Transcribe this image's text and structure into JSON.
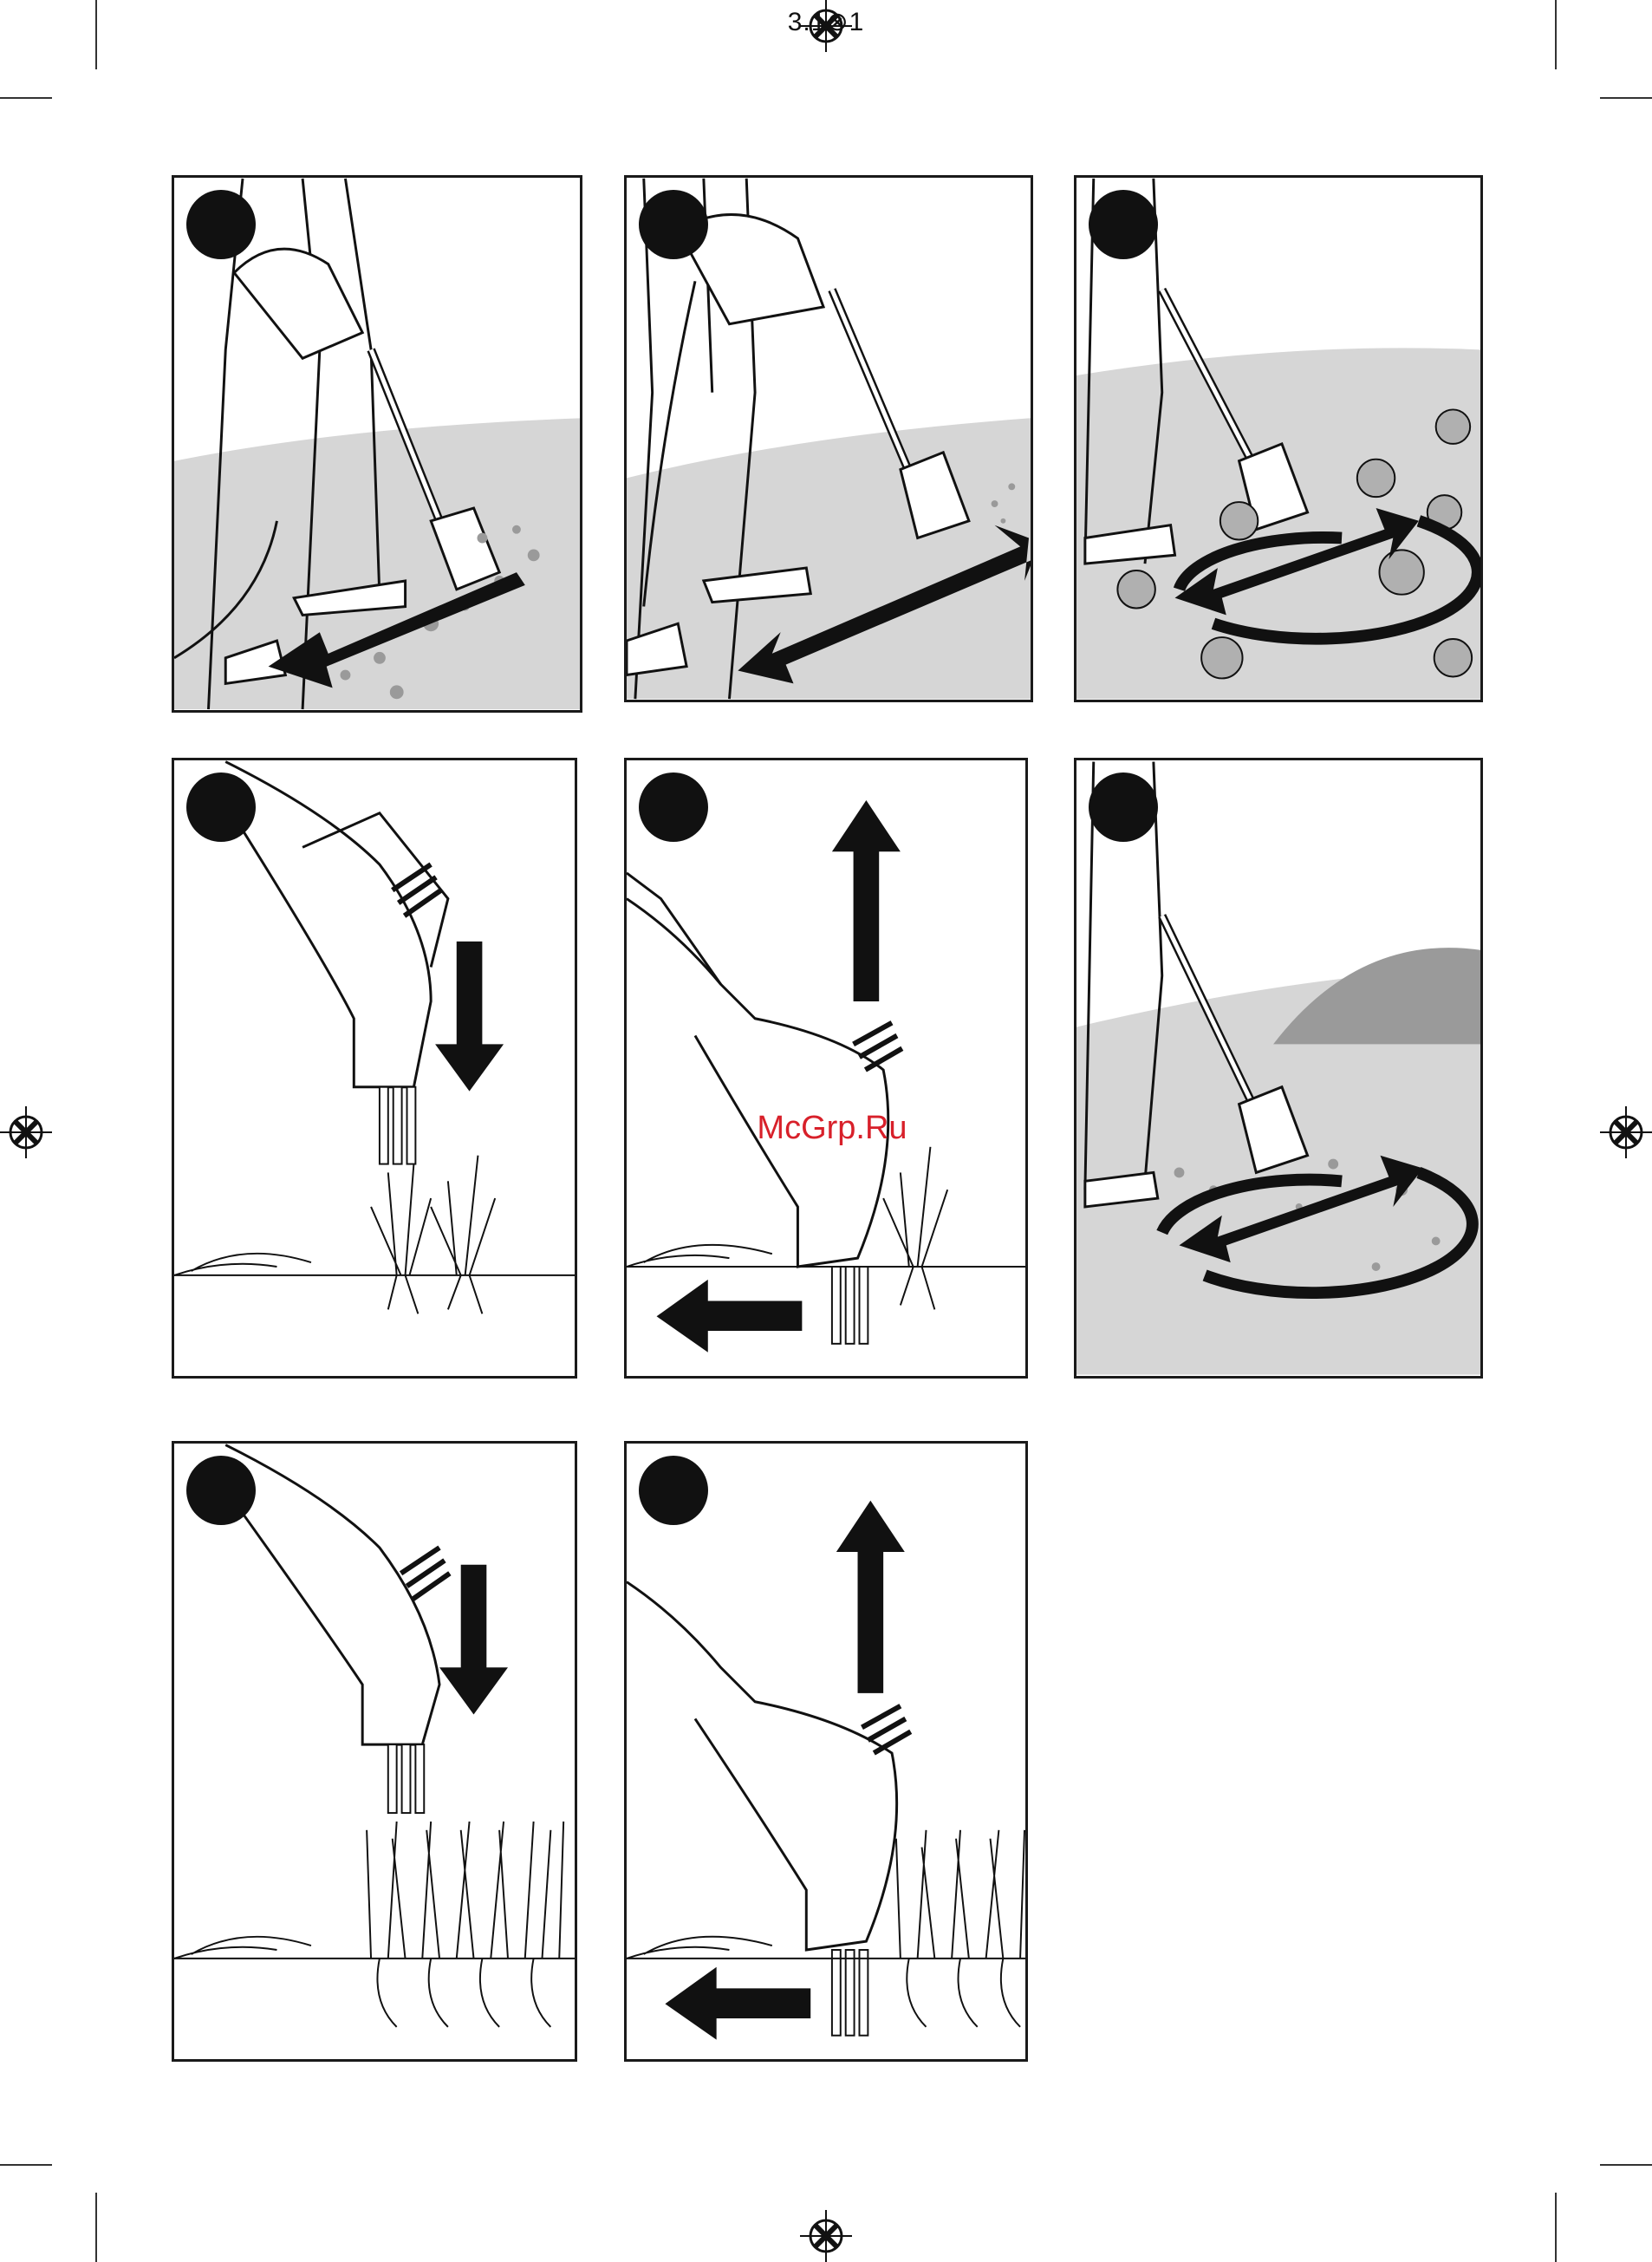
{
  "page": {
    "header_label": "3.1⊗1",
    "watermark": "McGrp.Ru"
  },
  "colors": {
    "ink": "#111111",
    "ground": "#d6d6d6",
    "gravel": "#9a9a9a",
    "watermark": "#d8202a"
  },
  "panels": [
    {
      "id": 1,
      "scene": "standing-push-forward",
      "arrow": "diagonal-left"
    },
    {
      "id": 2,
      "scene": "standing-push-back-forth",
      "arrow": "diagonal-both"
    },
    {
      "id": 3,
      "scene": "flower-bed-circular",
      "arrow": "circular"
    },
    {
      "id": 4,
      "scene": "tool-head-insert-single-weeds",
      "arrow": "down"
    },
    {
      "id": 5,
      "scene": "tool-head-pull-single-weeds",
      "arrow": "up-left"
    },
    {
      "id": 6,
      "scene": "gravel-bed-circular",
      "arrow": "circular"
    },
    {
      "id": 7,
      "scene": "tool-head-insert-dense-weeds",
      "arrow": "down"
    },
    {
      "id": 8,
      "scene": "tool-head-pull-dense-weeds",
      "arrow": "up-left"
    }
  ]
}
